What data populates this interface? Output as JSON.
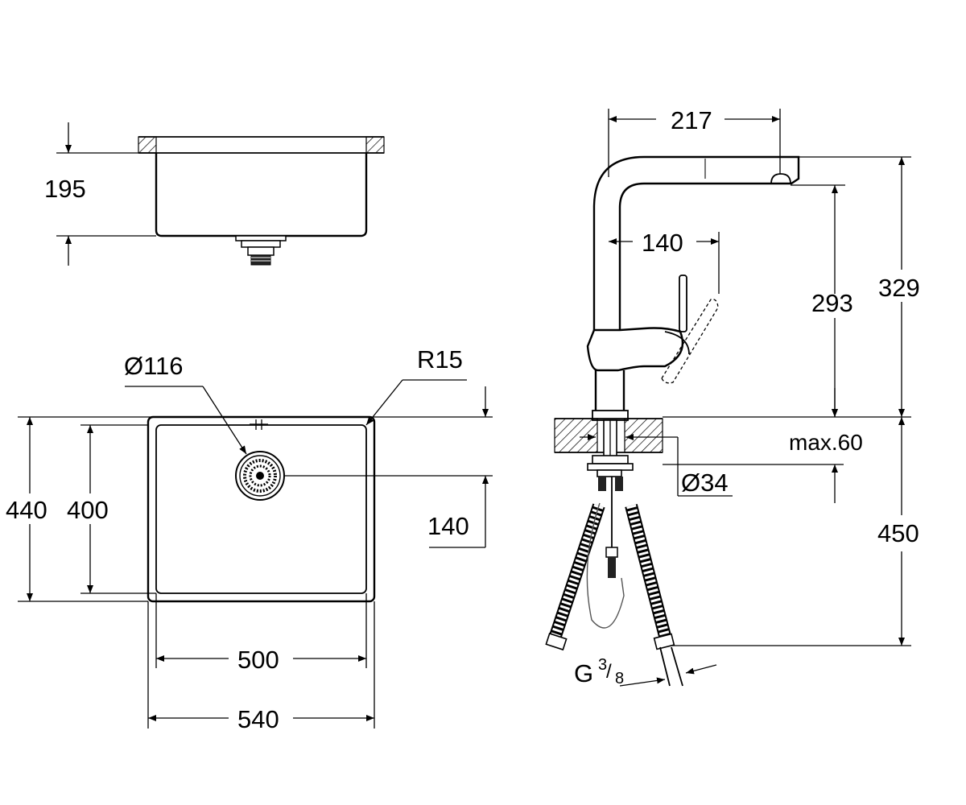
{
  "colors": {
    "line": "#000000",
    "background": "#ffffff",
    "hatch": "#000000"
  },
  "sink_side_view": {
    "depth_label": "195"
  },
  "sink_top_view": {
    "drain_diameter_label": "Ø116",
    "corner_radius_label": "R15",
    "outer_depth_label": "440",
    "inner_depth_label": "400",
    "drain_offset_label": "140",
    "inner_width_label": "500",
    "outer_width_label": "540"
  },
  "faucet_view": {
    "spout_reach_label": "217",
    "lever_reach_label": "140",
    "spout_clearance_label": "293",
    "total_height_label": "329",
    "max_deck_label": "max.60",
    "hole_diameter_label": "Ø34",
    "hose_length_label": "450",
    "connector_prefix": "G",
    "connector_numerator": "3",
    "connector_denominator": "8"
  }
}
